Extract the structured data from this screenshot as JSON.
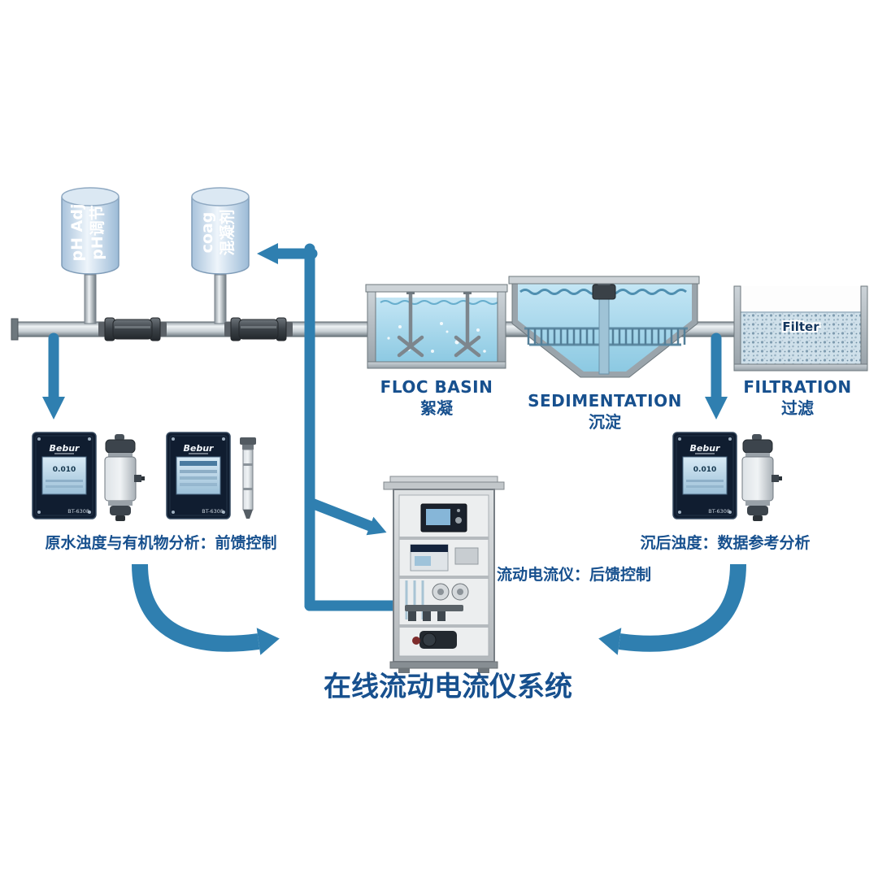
{
  "title": "在线流动电流仪系统",
  "tanks": {
    "ph": {
      "line1": "pH Adj",
      "line2": "pH调节"
    },
    "coag": {
      "line1": "coag",
      "line2": "混凝剂"
    }
  },
  "stages": {
    "floc": {
      "en": "FLOC BASIN",
      "zh": "絮凝"
    },
    "sedimentation": {
      "en": "SEDIMENTATION",
      "zh": "沉淀"
    },
    "filtration": {
      "en": "FILTRATION",
      "zh": "过滤",
      "media_label": "Filter"
    }
  },
  "annotations": {
    "raw_water": "原水浊度与有机物分析：前馈控制",
    "post_sed": "沉后浊度：数据参考分析",
    "scm": "流动电流仪：后馈控制"
  },
  "devices": {
    "controller_brand": "Bebur",
    "controller_model": "BT-6308",
    "screen_value": "0.010"
  },
  "colors": {
    "arrow": "#2f7fb0",
    "label-text": "#17508e",
    "water": "#8fcde6",
    "tank-fill": "#c9dcee"
  }
}
